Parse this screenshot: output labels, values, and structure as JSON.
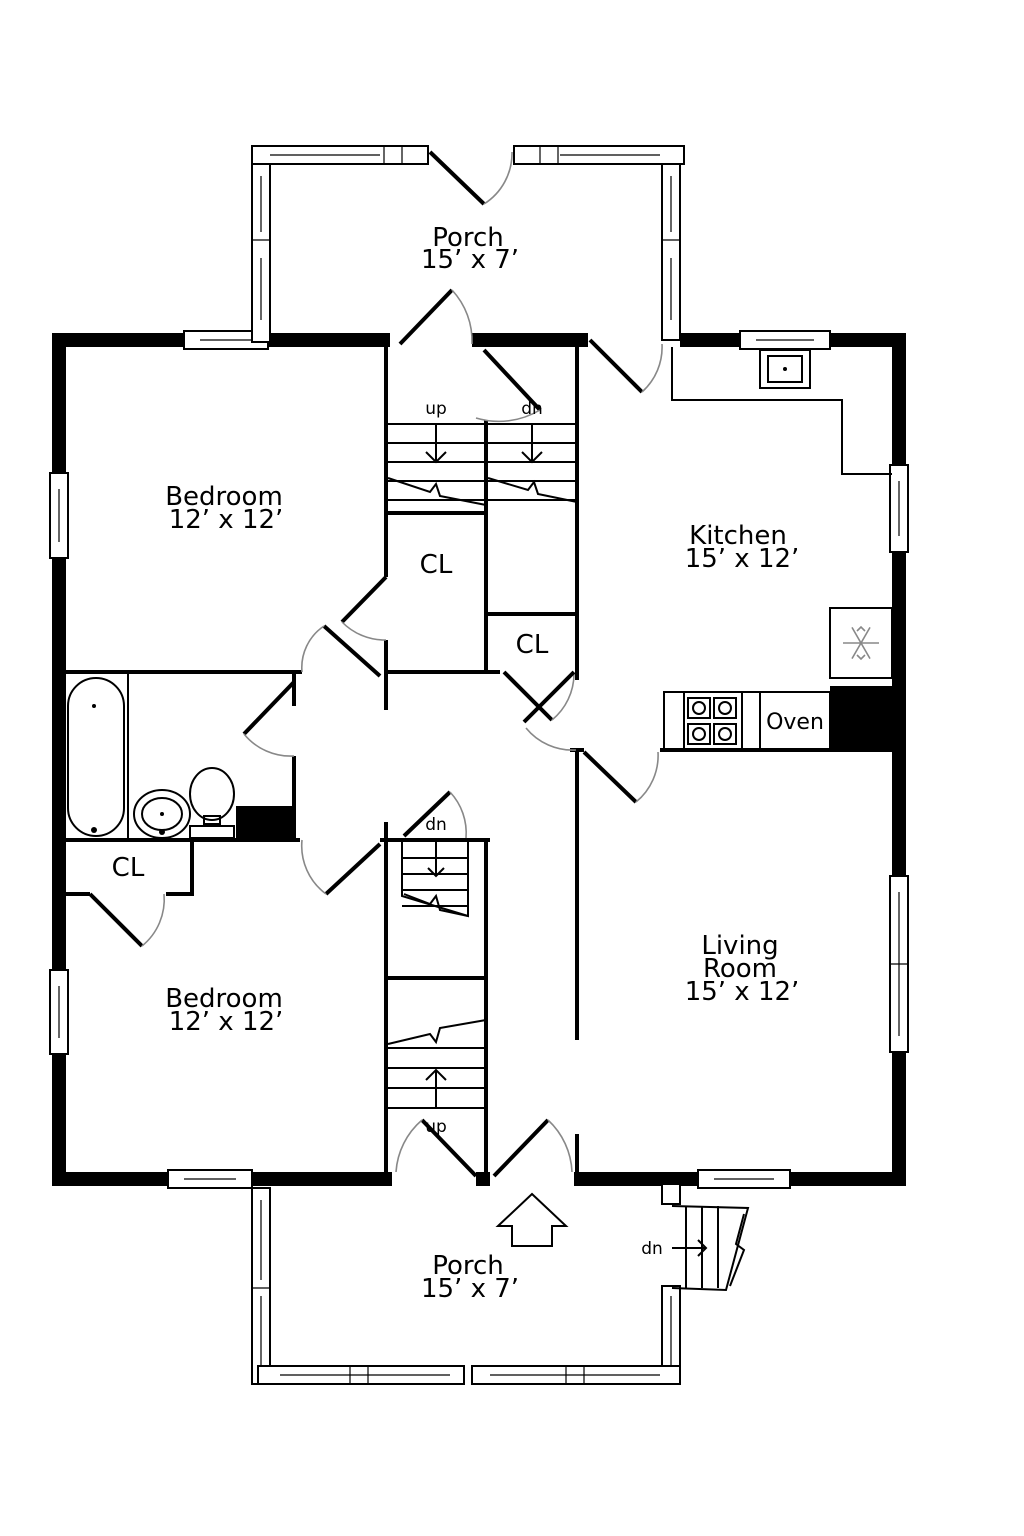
{
  "rooms": {
    "porch_top": {
      "name": "Porch",
      "size": "15’ x 7’"
    },
    "bedroom_top": {
      "name": "Bedroom",
      "size": "12’ x 12’"
    },
    "kitchen": {
      "name": "Kitchen",
      "size": "15’ x 12’"
    },
    "bedroom_bottom": {
      "name": "Bedroom",
      "size": "12’ x 12’"
    },
    "living_room": {
      "name_line1": "Living",
      "name_line2": "Room",
      "size": "15’ x 12’"
    },
    "porch_bottom": {
      "name": "Porch",
      "size": "15’ x 7’"
    }
  },
  "closets": {
    "closet_1": "CL",
    "closet_2": "CL",
    "closet_3": "CL"
  },
  "stairs": {
    "top_up": "up",
    "top_down": "dn",
    "mid_down": "dn",
    "bottom_up": "up",
    "porch_down": "dn"
  },
  "appliances": {
    "oven": "Oven",
    "fridge_icon": "snowflake-icon"
  }
}
